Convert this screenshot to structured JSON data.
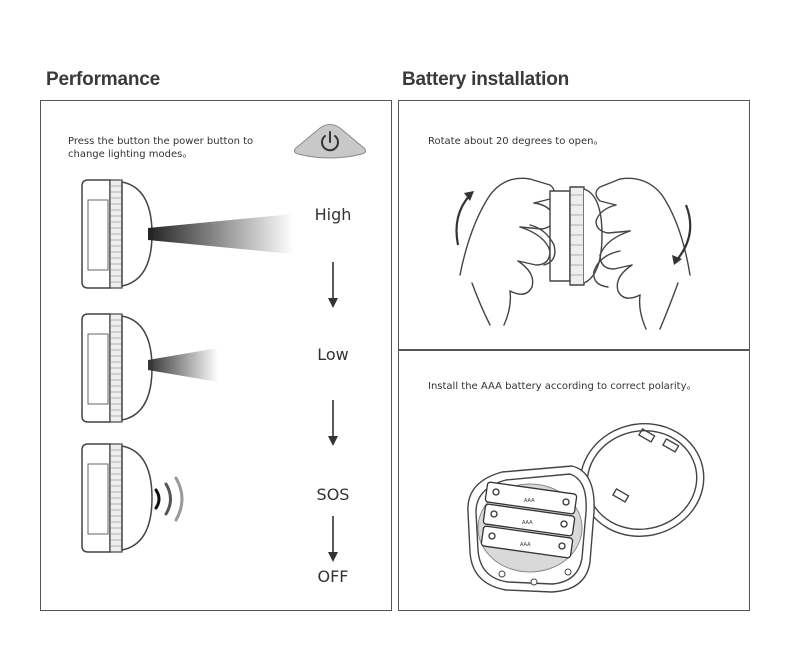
{
  "performance": {
    "title": "Performance",
    "instruction": "Press the button the power button to change lighting modes。",
    "modes": [
      "High",
      "Low",
      "SOS",
      "OFF"
    ],
    "power_button_icon": "power-icon"
  },
  "battery_installation": {
    "title": "Battery installation",
    "rotate_instruction": "Rotate about 20 degrees to open。",
    "install_instruction": "Install the AAA battery according to correct polarity。",
    "battery_labels": [
      "AAA",
      "AAA",
      "AAA"
    ]
  }
}
